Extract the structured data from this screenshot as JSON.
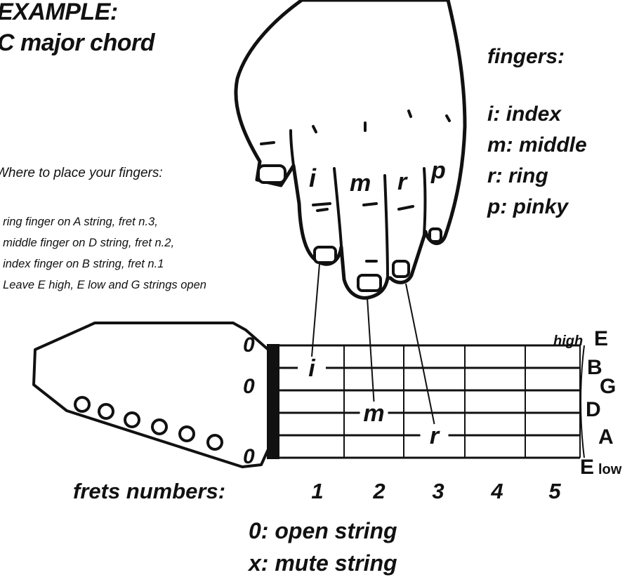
{
  "title": {
    "line1": "EXAMPLE:",
    "line2": "C major chord"
  },
  "legend": {
    "heading": "fingers:",
    "items": [
      {
        "key": "i",
        "text": "i: index"
      },
      {
        "key": "m",
        "text": "m: middle"
      },
      {
        "key": "r",
        "text": "r: ring"
      },
      {
        "key": "p",
        "text": "p: pinky"
      }
    ]
  },
  "instructions": {
    "heading": "Where to place your fingers:",
    "lines": [
      "- ring finger on A string, fret n.3,",
      "- middle finger on D string, fret n.2,",
      "- index finger on B string, fret n.1",
      "- Leave E high, E low and G strings open"
    ]
  },
  "hand_labels": {
    "index": "i",
    "middle": "m",
    "ring": "r",
    "pinky": "p"
  },
  "fretboard": {
    "strings": [
      "E",
      "B",
      "G",
      "D",
      "A",
      "E"
    ],
    "high_label": "high",
    "low_label": "low",
    "open_marks": [
      "0",
      "0",
      "0"
    ],
    "fret_numbers_label": "frets numbers:",
    "fret_numbers": [
      "1",
      "2",
      "3",
      "4",
      "5"
    ],
    "notes": [
      {
        "finger": "i",
        "string": "B",
        "fret": 1
      },
      {
        "finger": "m",
        "string": "D",
        "fret": 2
      },
      {
        "finger": "r",
        "string": "A",
        "fret": 3
      }
    ]
  },
  "footer": {
    "open": "0: open string",
    "mute": "x: mute string"
  }
}
